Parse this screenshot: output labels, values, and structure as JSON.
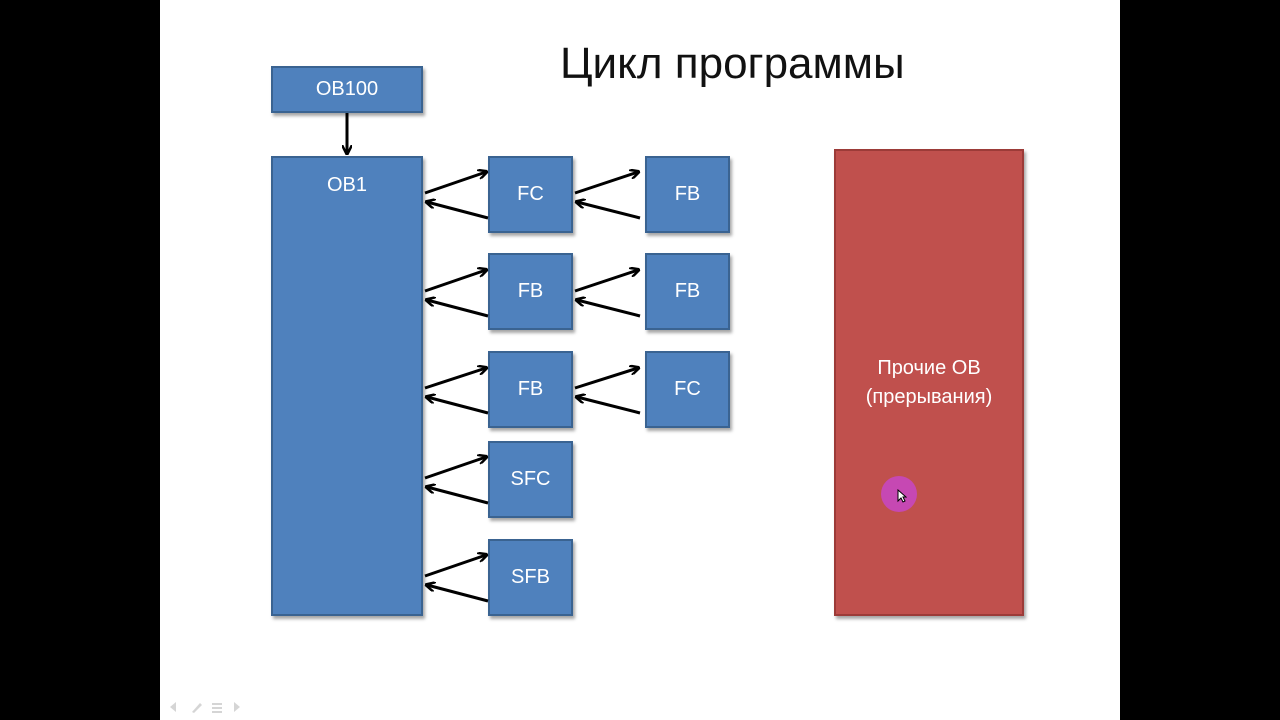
{
  "slide": {
    "title": "Цикл программы",
    "blocks": {
      "ob100": "OB100",
      "ob1": "OB1",
      "r1c1": "FC",
      "r1c2": "FB",
      "r2c1": "FB",
      "r2c2": "FB",
      "r3c1": "FB",
      "r3c2": "FC",
      "r4c1": "SFC",
      "r5c1": "SFB"
    },
    "other_ob": {
      "line1": "Прочие OB",
      "line2": "(прерывания)"
    }
  },
  "colors": {
    "block_blue": "#4f81bd",
    "block_red": "#c0504d",
    "cursor_highlight": "#c746cd"
  },
  "icons": {
    "cursor": "mouse-pointer-icon",
    "nav": [
      "prev-slide-icon",
      "pen-icon",
      "menu-icon",
      "next-slide-icon"
    ]
  }
}
